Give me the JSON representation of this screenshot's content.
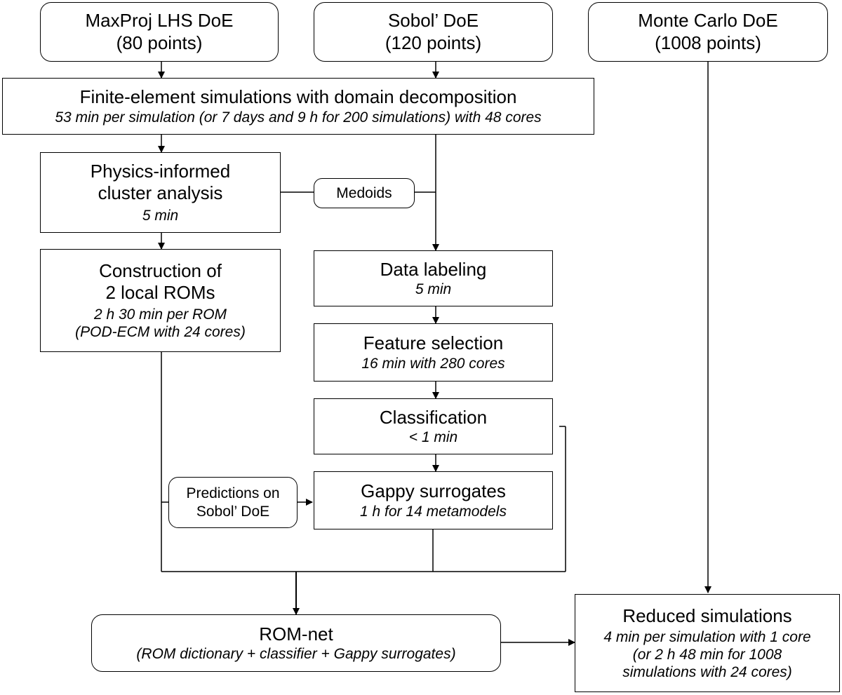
{
  "nodes": {
    "maxproj": {
      "title": "MaxProj LHS DoE",
      "subtitle": "(80 points)"
    },
    "sobol": {
      "title": "Sobol’ DoE",
      "subtitle": "(120 points)"
    },
    "montecarlo": {
      "title": "Monte Carlo DoE",
      "subtitle": "(1008 points)"
    },
    "fe_sim": {
      "title": "Finite-element simulations with domain decomposition",
      "detail": "53 min per simulation (or 7 days and 9 h for 200 simulations) with 48 cores"
    },
    "cluster": {
      "title_line1": "Physics-informed",
      "title_line2": "cluster analysis",
      "detail": "5 min"
    },
    "medoids": {
      "label": "Medoids"
    },
    "construction": {
      "title_line1": "Construction of",
      "title_line2": "2 local ROMs",
      "detail_line1": "2 h 30 min per ROM",
      "detail_line2": "(POD-ECM with 24 cores)"
    },
    "labeling": {
      "title": "Data labeling",
      "detail": "5 min"
    },
    "feature": {
      "title": "Feature selection",
      "detail": "16 min with 280 cores"
    },
    "classification": {
      "title": "Classification",
      "detail": "< 1 min"
    },
    "predictions": {
      "line1": "Predictions on",
      "line2": "Sobol’ DoE"
    },
    "gappy": {
      "title": "Gappy surrogates",
      "detail": "1 h for 14 metamodels"
    },
    "romnet": {
      "title": "ROM-net",
      "detail": "(ROM dictionary + classifier + Gappy surrogates)"
    },
    "reduced": {
      "title": "Reduced simulations",
      "detail_line1": "4 min per simulation with 1 core",
      "detail_line2": "(or 2 h 48 min for 1008",
      "detail_line3": "simulations with 24 cores)"
    }
  }
}
